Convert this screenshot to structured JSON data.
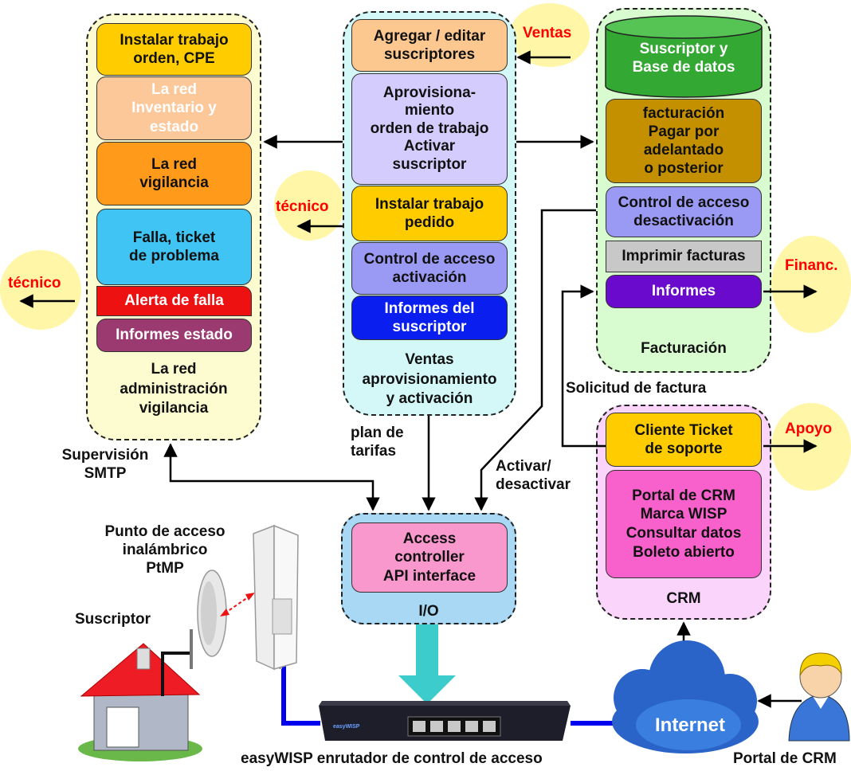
{
  "left_panel": {
    "boxes": [
      "Instalar trabajo\norden, CPE",
      "La red\nInventario y\nestado",
      "La red\nvigilancia",
      "Falla, ticket\nde problema",
      "Alerta de falla",
      "Informes estado"
    ],
    "caption": "La red\nadministración\nvigilancia"
  },
  "middle_panel": {
    "boxes": [
      "Agregar / editar\nsuscriptores",
      "Aprovisiona-\nmiento\norden de trabajo\nActivar\nsuscriptor",
      "Instalar trabajo\npedido",
      "Control de acceso\nactivación",
      "Informes del\nsuscriptor"
    ],
    "caption": "Ventas\naprovisionamiento\ny activación"
  },
  "right_panel": {
    "boxes": [
      "Suscriptor y\nBase de datos",
      "facturación\nPagar por\nadelantado\no posterior",
      "Control de acceso\ndesactivación",
      "Imprimir facturas",
      "Informes"
    ],
    "caption": "Facturación"
  },
  "crm_panel": {
    "boxes": [
      "Cliente Ticket\nde soporte",
      "Portal de CRM\nMarca WISP\nConsultar datos\nBoleto abierto"
    ],
    "caption": "CRM"
  },
  "io_panel": {
    "box": "Access\ncontroller\nAPI interface",
    "caption": "I/O"
  },
  "actors": {
    "ventas": "Ventas",
    "tecnico_mid": "técnico",
    "tecnico_left": "técnico",
    "financ": "Financ.",
    "apoyo": "Apoyo"
  },
  "labels": {
    "supervision": "Supervisión\nSMTP",
    "plan": "plan de\ntarifas",
    "activar": "Activar/\ndesactivar",
    "solicitud": "Solicitud de factura",
    "punto": "Punto de acceso\ninalámbrico\nPtMP",
    "suscriptor": "Suscriptor",
    "router": "easyWISP enrutador de control de acceso",
    "portal": "Portal de CRM",
    "internet": "Internet",
    "router_brand": "easyWISP"
  },
  "colors": {
    "left_panel_bg": "#fdfbd0",
    "middle_panel_bg": "#d4f8f8",
    "right_panel_bg": "#d8fbd0",
    "crm_panel_bg": "#fbd4fb",
    "io_panel_bg": "#a8d8f4",
    "actor_circle": "#fff6a8",
    "cloud": "#2a64c8",
    "cable": "#0000ee",
    "down_arrow": "#3ccccc"
  }
}
